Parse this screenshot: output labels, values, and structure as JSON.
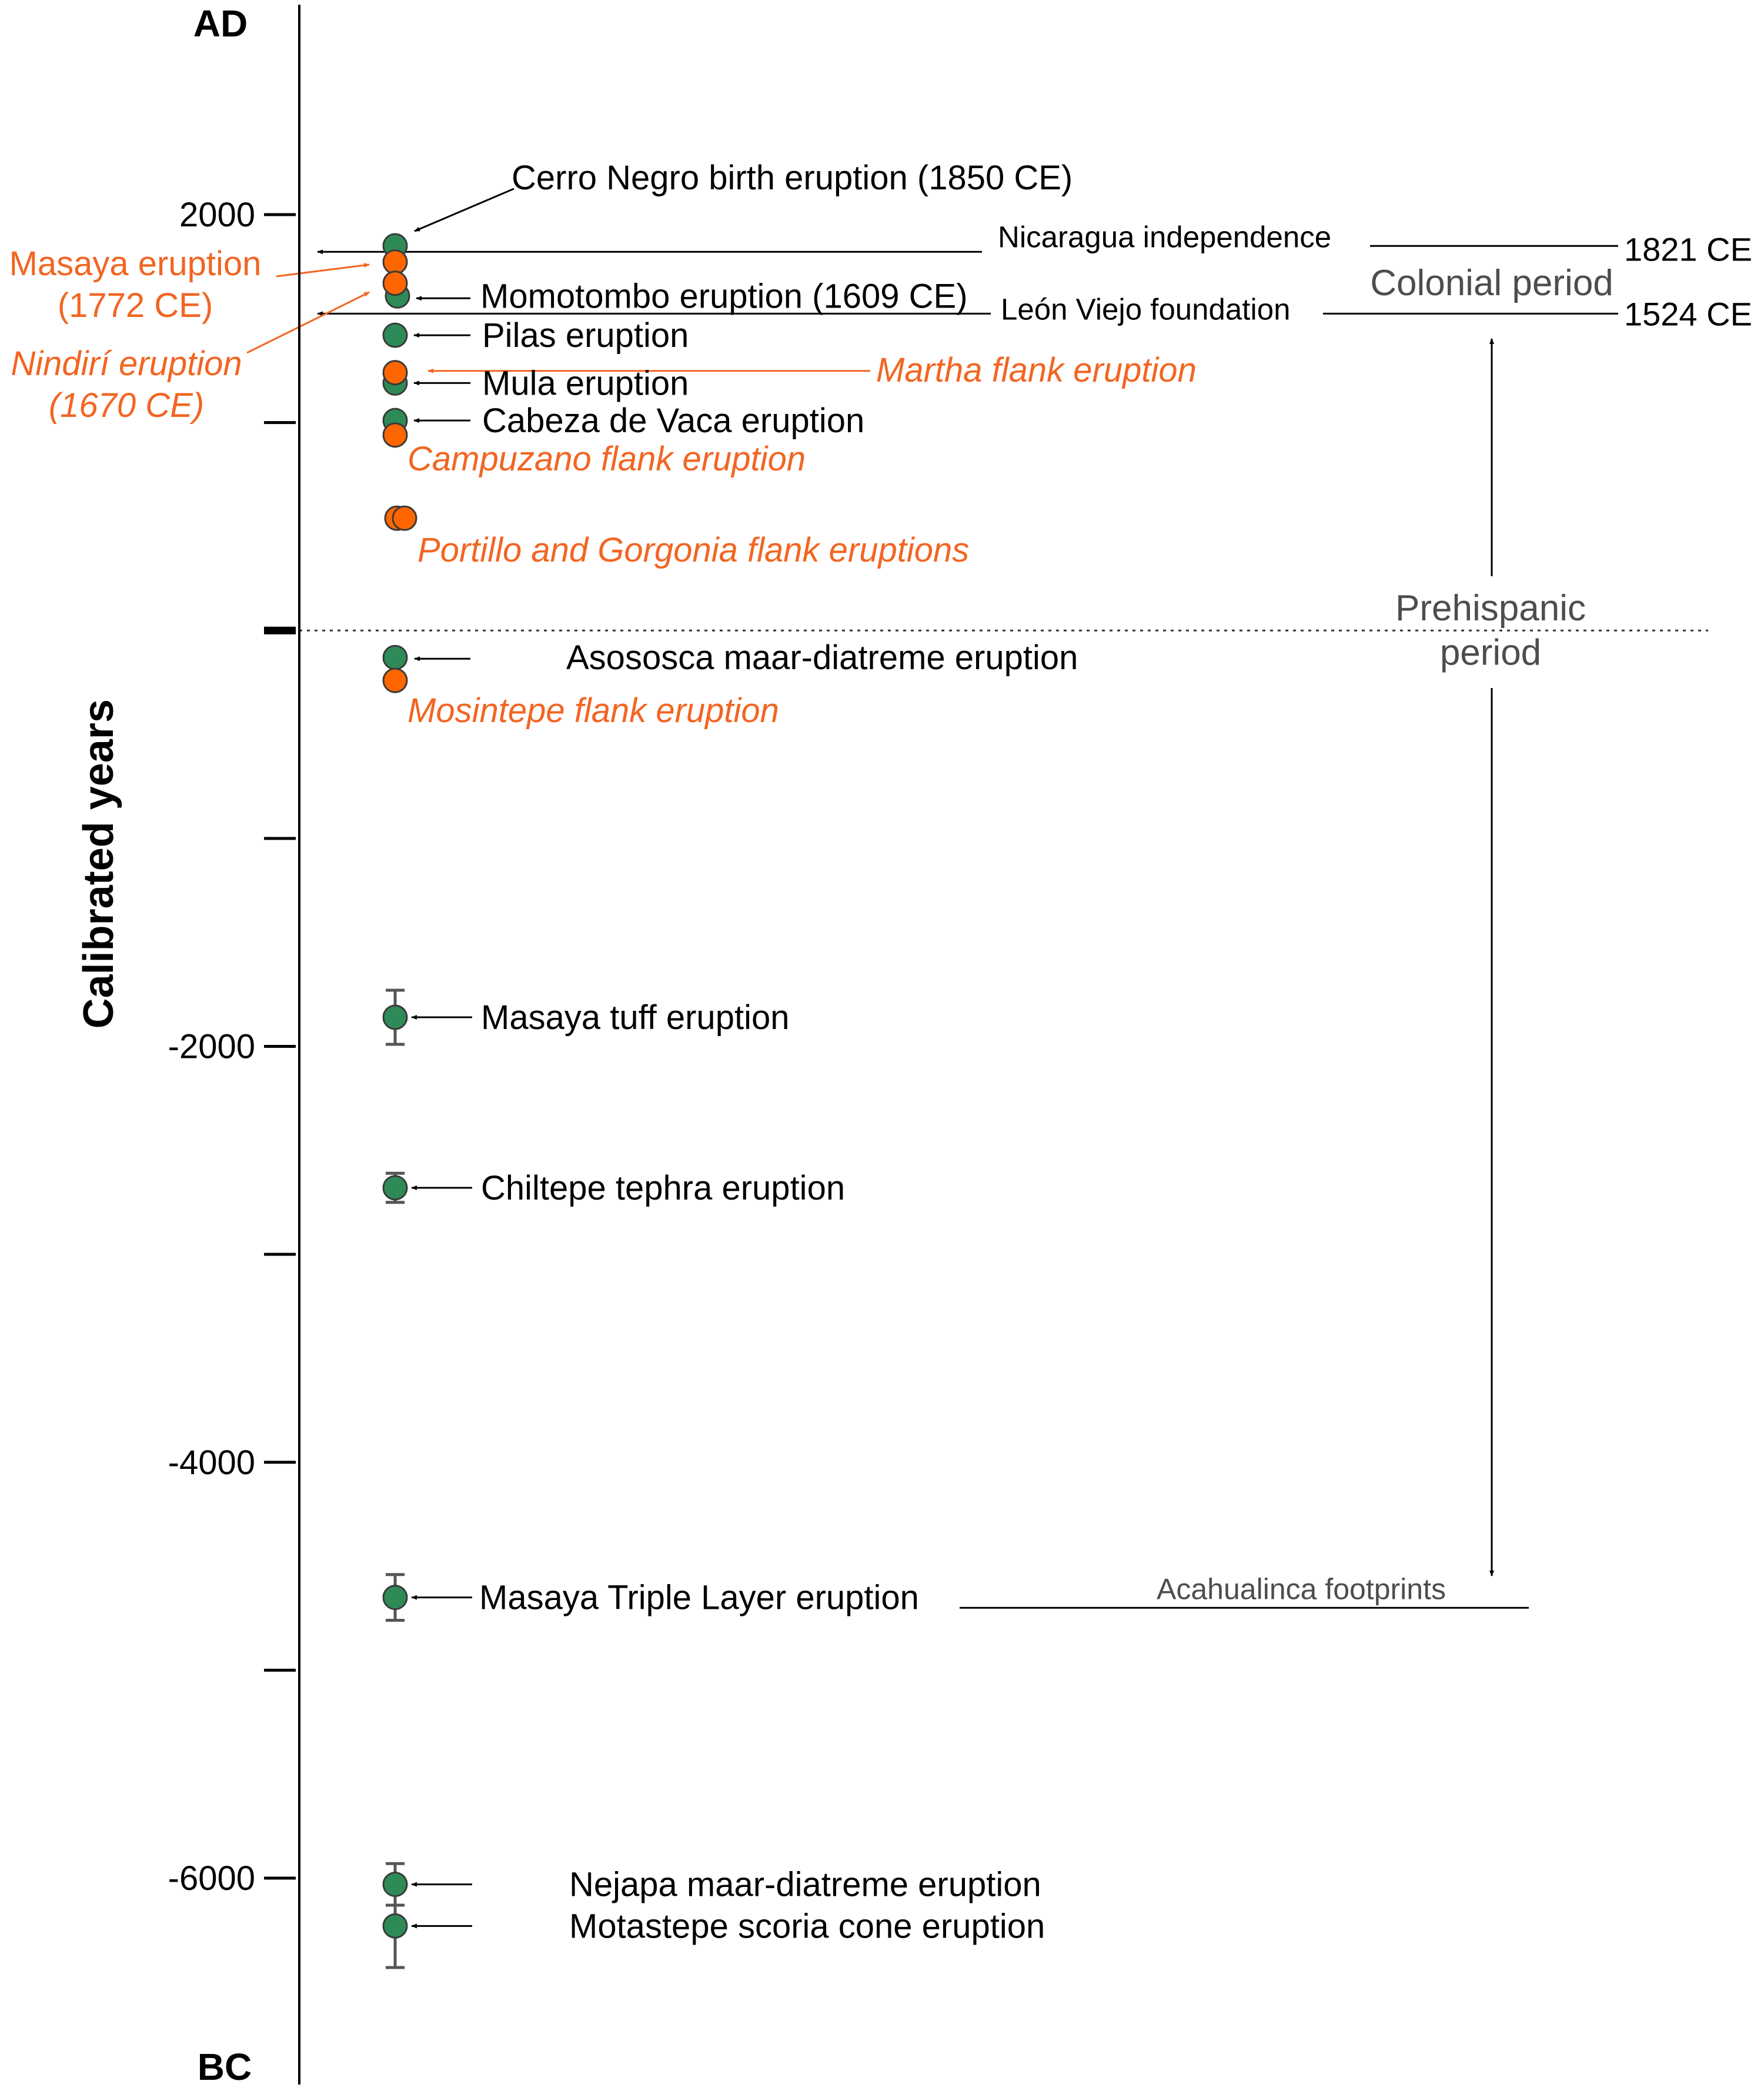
{
  "chart_data": {
    "type": "scatter",
    "title": "",
    "ylabel": "Calibrated years",
    "ylim": [
      -7000,
      2950
    ],
    "y_ticks": [
      {
        "value": 2000,
        "label": "2000"
      },
      {
        "value": 1000,
        "label": ""
      },
      {
        "value": 0,
        "label": ""
      },
      {
        "value": -1000,
        "label": ""
      },
      {
        "value": -2000,
        "label": "-2000"
      },
      {
        "value": -3000,
        "label": ""
      },
      {
        "value": -4000,
        "label": "-4000"
      },
      {
        "value": -5000,
        "label": ""
      },
      {
        "value": -6000,
        "label": "-6000"
      }
    ],
    "axis_top_label": "AD",
    "axis_bottom_label": "BC",
    "colors": {
      "green_fill": "#2e8b57",
      "orange_fill": "#ff6600",
      "orange_text": "#f26522",
      "black": "#000000",
      "gray_text": "#4d4d4d",
      "errorbar": "#555555"
    },
    "series": [
      {
        "color": "green",
        "points": [
          {
            "y": 1850,
            "label": "Cerro Negro birth eruption (1850 CE)"
          },
          {
            "y": 1609,
            "label": "Momotombo eruption (1609 CE)"
          },
          {
            "y": 1420,
            "label": "Pilas eruption"
          },
          {
            "y": 1190,
            "label": "Mula eruption"
          },
          {
            "y": 1010,
            "label": "Cabeza de Vaca eruption"
          },
          {
            "y": -130,
            "label": "Asososca maar-diatreme eruption"
          },
          {
            "y": -1860,
            "label": "Masaya tuff eruption",
            "err_low": -1990,
            "err_high": -1730
          },
          {
            "y": -2680,
            "label": "Chiltepe tephra eruption",
            "err_low": -2750,
            "err_high": -2610
          },
          {
            "y": -4650,
            "label": "Masaya Triple Layer eruption",
            "err_low": -4760,
            "err_high": -4540
          },
          {
            "y": -6030,
            "label": "Nejapa maar-diatreme eruption",
            "err_low": -6130,
            "err_high": -5930
          },
          {
            "y": -6230,
            "label": "Motastepe scoria cone eruption",
            "err_low": -6430,
            "err_high": -6030
          }
        ]
      },
      {
        "color": "orange",
        "points": [
          {
            "y": 1772,
            "label": "Masaya eruption\n(1772 CE)"
          },
          {
            "y": 1670,
            "label": "Nindirí eruption\n(1670 CE)"
          },
          {
            "y": 1240,
            "label": "Martha flank eruption"
          },
          {
            "y": 940,
            "label": "Campuzano flank eruption"
          },
          {
            "y": 540,
            "label": "Portillo and Gorgonia flank eruptions"
          },
          {
            "y": -240,
            "label": "Mosintepe flank eruption"
          }
        ]
      }
    ],
    "events": [
      {
        "y": 1821,
        "label": "Nicaragua independence",
        "year_label": "1821 CE"
      },
      {
        "y": 1524,
        "label": "León Viejo foundation",
        "year_label": "1524 CE"
      },
      {
        "y": -4700,
        "label": "Acahualinca footprints"
      }
    ],
    "periods": [
      {
        "label": "Colonial period"
      },
      {
        "label": "Prehispanic\nperiod"
      }
    ],
    "zero_line": {
      "y": 0,
      "style": "dotted"
    }
  }
}
